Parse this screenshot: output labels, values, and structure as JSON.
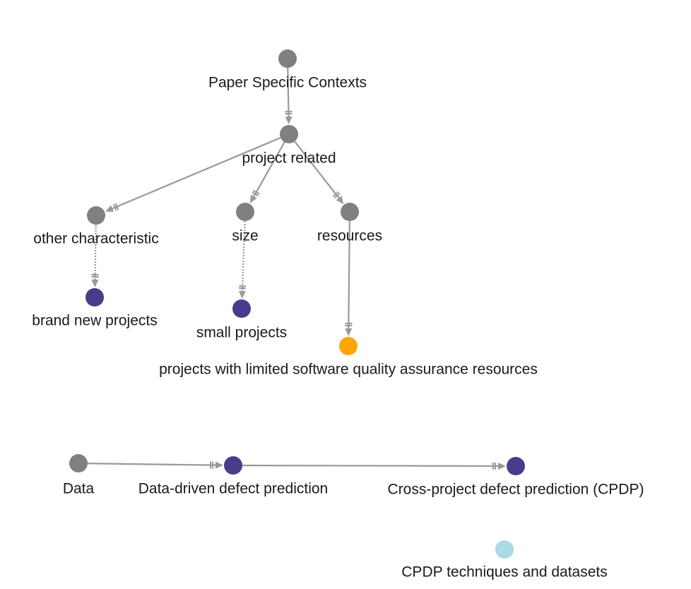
{
  "colors": {
    "context": "#808080",
    "concept": "#483D8B",
    "highlight": "#FFA500",
    "aux": "#ADD8E6",
    "edge": "#999999"
  },
  "nodes": [
    {
      "id": "paper-specific-contexts",
      "label": "Paper Specific Contexts",
      "kind": "context"
    },
    {
      "id": "project-related",
      "label": "project related",
      "kind": "context"
    },
    {
      "id": "other-characteristic",
      "label": "other characteristic",
      "kind": "context"
    },
    {
      "id": "size",
      "label": "size",
      "kind": "context"
    },
    {
      "id": "resources",
      "label": "resources",
      "kind": "context"
    },
    {
      "id": "brand-new-projects",
      "label": "brand new projects",
      "kind": "concept"
    },
    {
      "id": "small-projects",
      "label": "small projects",
      "kind": "concept"
    },
    {
      "id": "limited-sqa-resources",
      "label": "projects with limited software quality assurance resources",
      "kind": "highlight"
    },
    {
      "id": "data",
      "label": "Data",
      "kind": "context"
    },
    {
      "id": "data-driven-defect-prediction",
      "label": "Data-driven defect prediction",
      "kind": "concept"
    },
    {
      "id": "cpdp",
      "label": "Cross-project defect prediction (CPDP)",
      "kind": "concept"
    },
    {
      "id": "cpdp-techniques-datasets",
      "label": "CPDP techniques and datasets",
      "kind": "aux"
    }
  ],
  "edges": [
    {
      "from": "paper-specific-contexts",
      "to": "project-related",
      "style": "solid"
    },
    {
      "from": "project-related",
      "to": "other-characteristic",
      "style": "solid"
    },
    {
      "from": "project-related",
      "to": "size",
      "style": "solid"
    },
    {
      "from": "project-related",
      "to": "resources",
      "style": "solid"
    },
    {
      "from": "other-characteristic",
      "to": "brand-new-projects",
      "style": "dotted"
    },
    {
      "from": "size",
      "to": "small-projects",
      "style": "dotted"
    },
    {
      "from": "resources",
      "to": "limited-sqa-resources",
      "style": "solid"
    },
    {
      "from": "data",
      "to": "data-driven-defect-prediction",
      "style": "solid"
    },
    {
      "from": "data-driven-defect-prediction",
      "to": "cpdp",
      "style": "solid"
    }
  ]
}
